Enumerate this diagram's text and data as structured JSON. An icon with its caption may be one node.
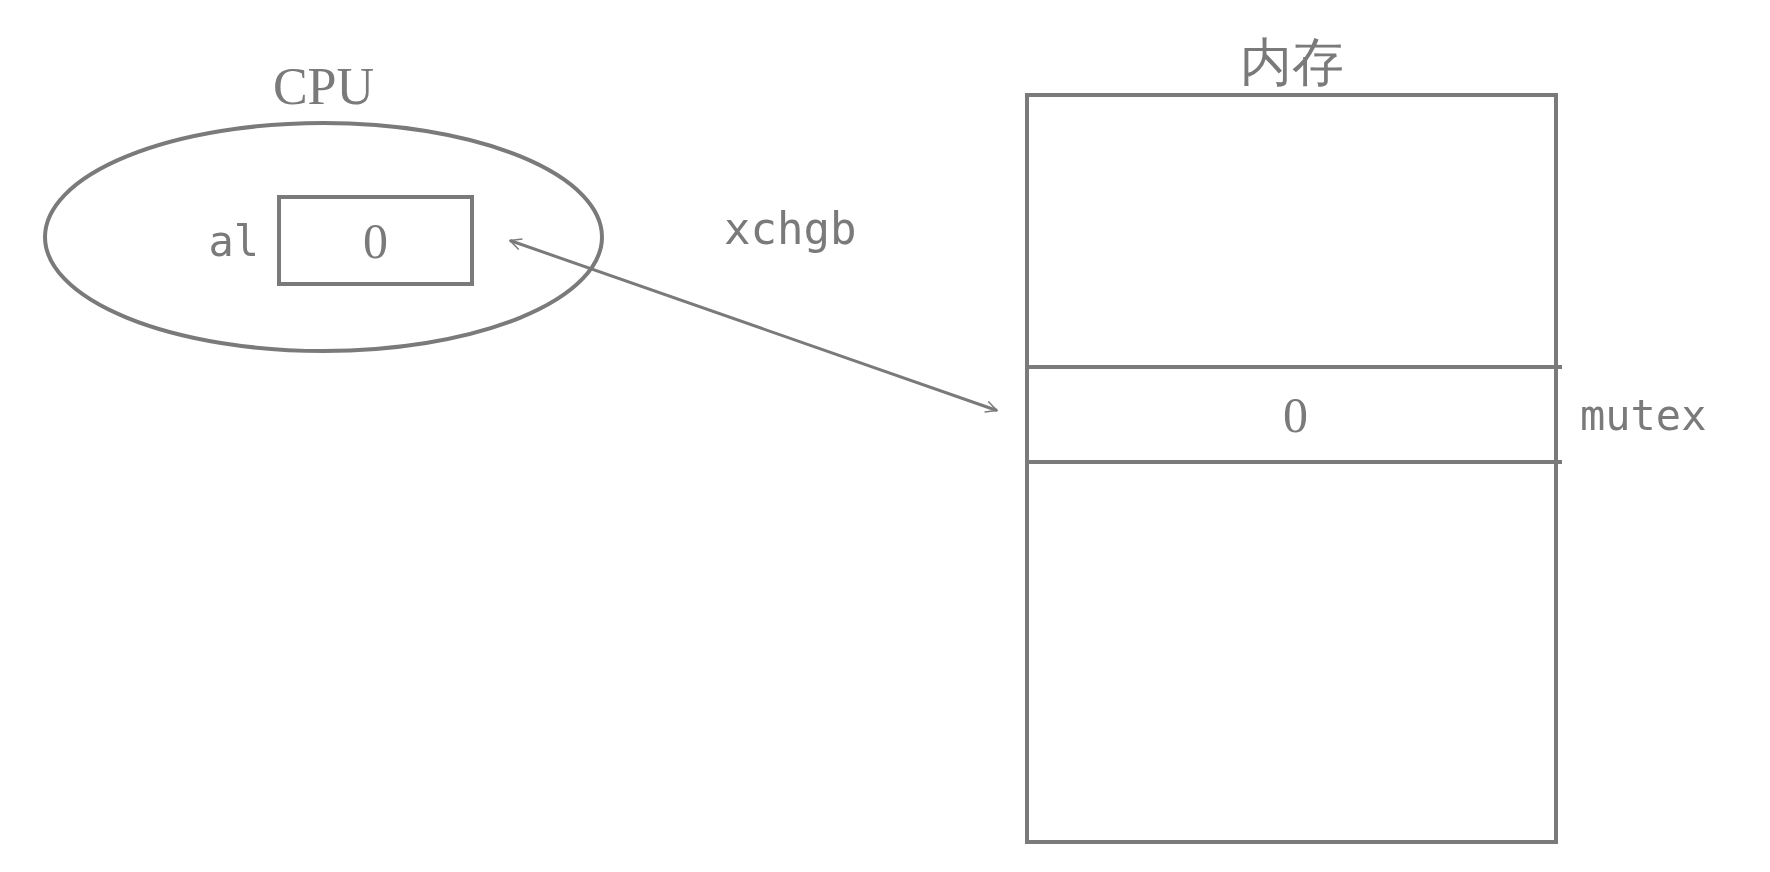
{
  "diagram": {
    "nodes": [
      {
        "text": [
          "CPU"
        ]
      },
      {
        "text": [
          "0"
        ],
        "in": 0,
        "beside": [
          "al"
        ]
      },
      {
        "text": [
          "内存"
        ]
      },
      {
        "text": [
          "0"
        ],
        "in": 2,
        "beside": [
          "mutex"
        ]
      }
    ],
    "edges": [
      {
        "from": 1,
        "to": 3,
        "arrow": "both",
        "label": "xchgb"
      }
    ]
  }
}
